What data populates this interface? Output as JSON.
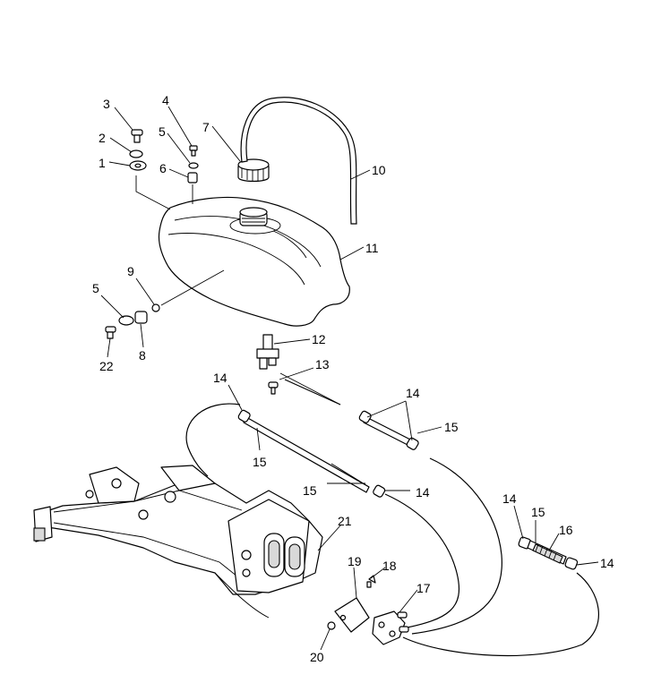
{
  "diagram": {
    "type": "exploded-parts-view",
    "callouts": [
      {
        "id": "c1",
        "label": "1"
      },
      {
        "id": "c2",
        "label": "2"
      },
      {
        "id": "c3",
        "label": "3"
      },
      {
        "id": "c4",
        "label": "4"
      },
      {
        "id": "c5a",
        "label": "5"
      },
      {
        "id": "c6",
        "label": "6"
      },
      {
        "id": "c7",
        "label": "7"
      },
      {
        "id": "c10",
        "label": "10"
      },
      {
        "id": "c11",
        "label": "11"
      },
      {
        "id": "c5b",
        "label": "5"
      },
      {
        "id": "c9",
        "label": "9"
      },
      {
        "id": "c8",
        "label": "8"
      },
      {
        "id": "c22",
        "label": "22"
      },
      {
        "id": "c12",
        "label": "12"
      },
      {
        "id": "c13",
        "label": "13"
      },
      {
        "id": "c14a",
        "label": "14"
      },
      {
        "id": "c15a",
        "label": "15"
      },
      {
        "id": "c14b",
        "label": "14"
      },
      {
        "id": "c15b",
        "label": "15"
      },
      {
        "id": "c15c",
        "label": "15"
      },
      {
        "id": "c14c",
        "label": "14"
      },
      {
        "id": "c21",
        "label": "21"
      },
      {
        "id": "c14d",
        "label": "14"
      },
      {
        "id": "c15d",
        "label": "15"
      },
      {
        "id": "c16",
        "label": "16"
      },
      {
        "id": "c14e",
        "label": "14"
      },
      {
        "id": "c19",
        "label": "19"
      },
      {
        "id": "c18",
        "label": "18"
      },
      {
        "id": "c17",
        "label": "17"
      },
      {
        "id": "c20",
        "label": "20"
      }
    ]
  }
}
